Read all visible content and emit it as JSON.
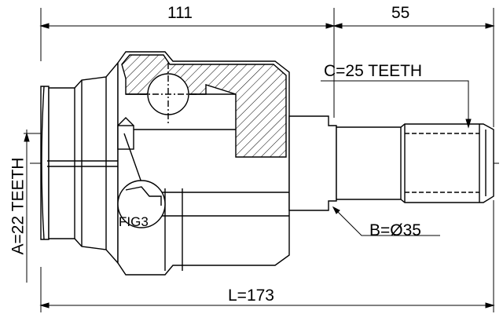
{
  "labels": {
    "dim_top_left": "111",
    "dim_top_right": "55",
    "c_teeth": "C=25 TEETH",
    "b_diameter": "B=Ø35",
    "a_teeth": "A=22 TEETH",
    "overall_length": "L=173",
    "fig_ref": "FIG3"
  }
}
